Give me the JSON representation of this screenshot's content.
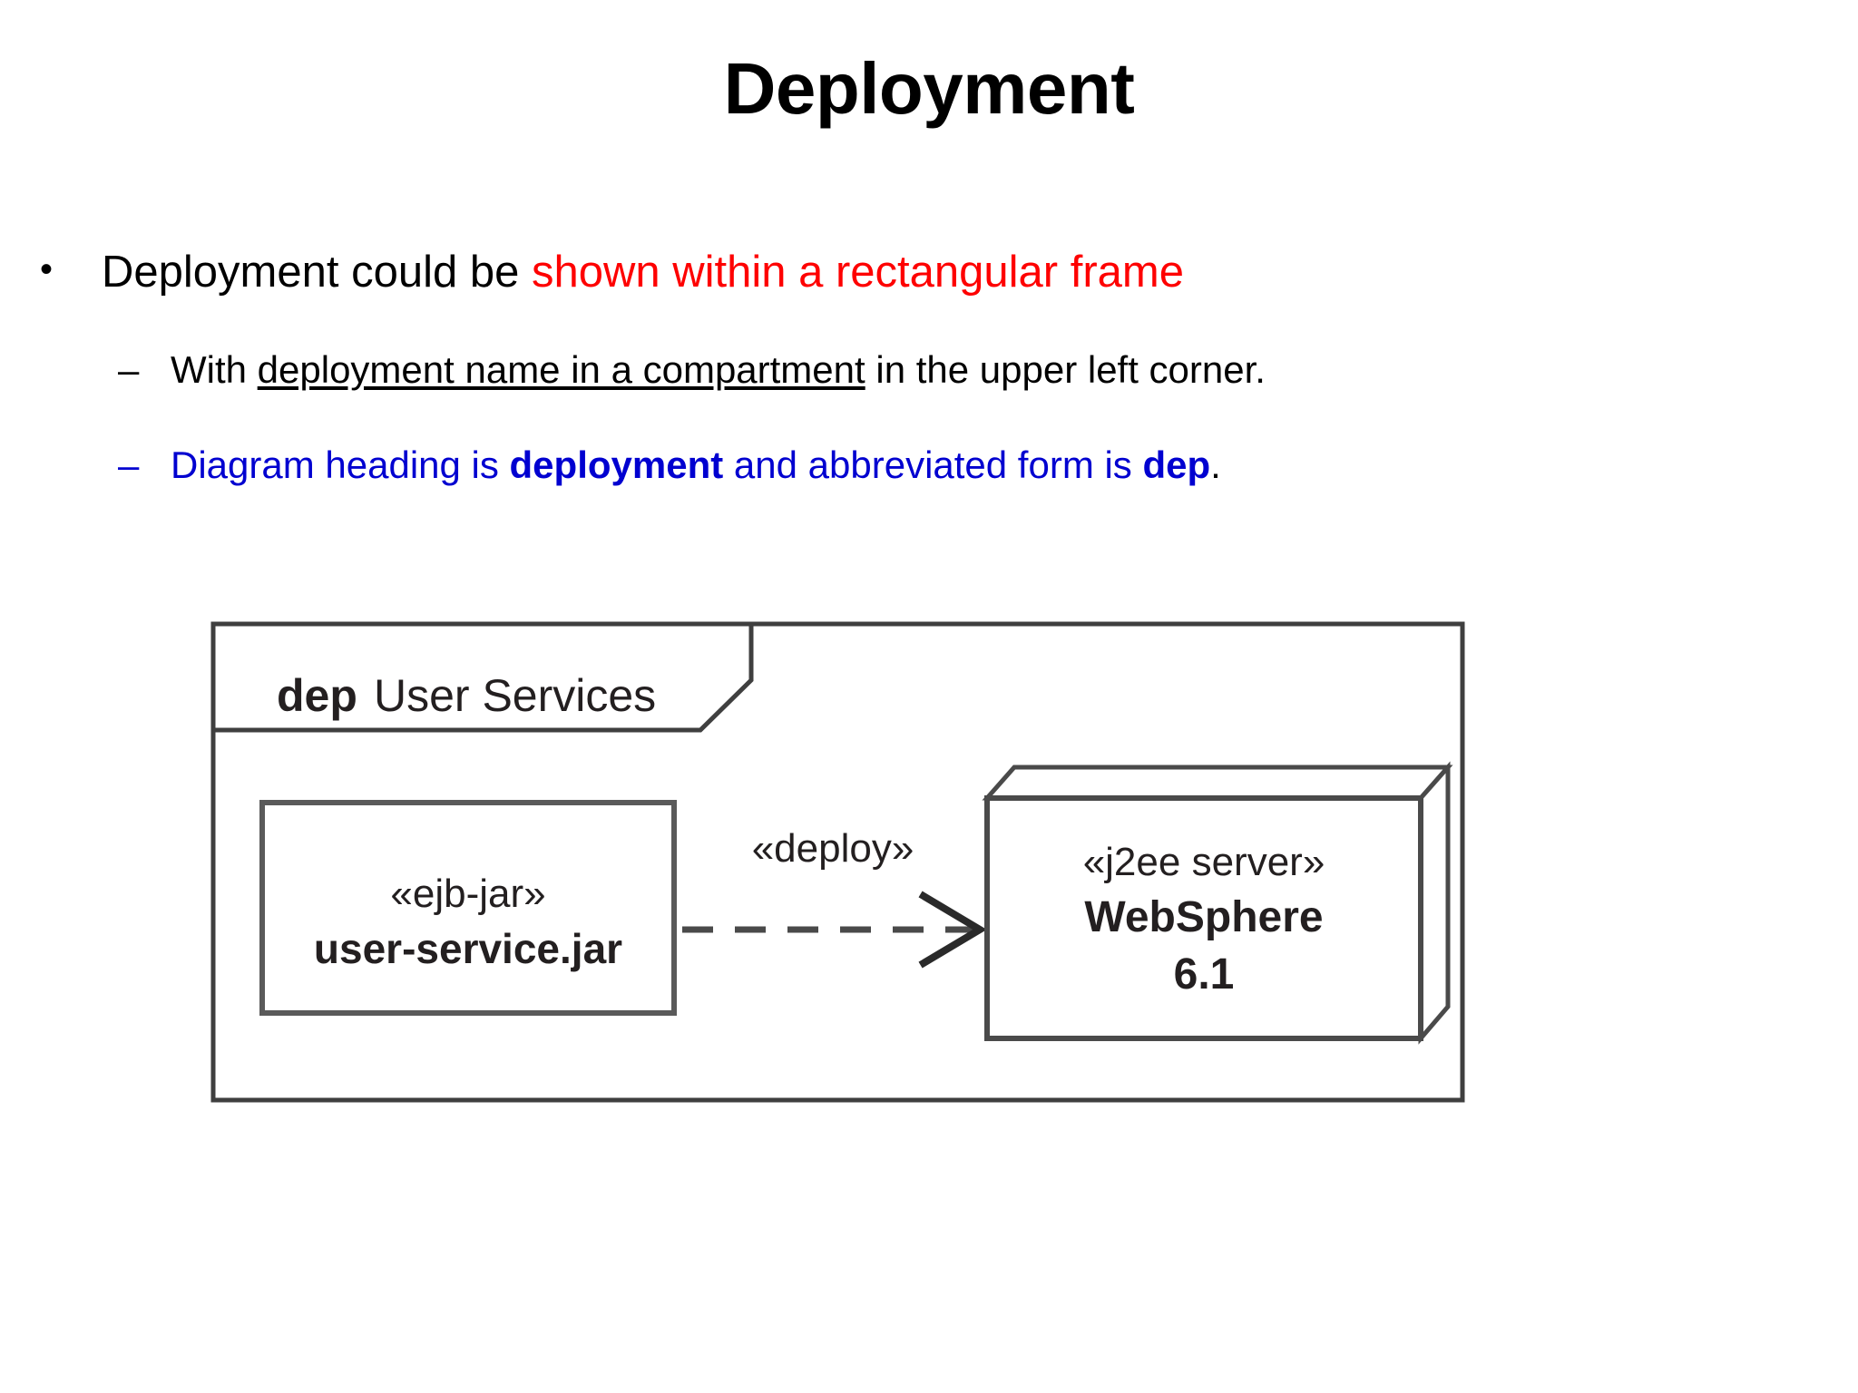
{
  "slide": {
    "title": "Deployment",
    "bullets": [
      {
        "level": 1,
        "marker": "•",
        "segments": [
          {
            "text": "Deployment could be ",
            "color": "#000000",
            "bold": false,
            "underline": false
          },
          {
            "text": "shown within a rectangular frame",
            "color": "#fe0000",
            "bold": false,
            "underline": false
          }
        ]
      },
      {
        "level": 2,
        "marker": "–",
        "segments": [
          {
            "text": "With ",
            "color": "#000000",
            "bold": false,
            "underline": false
          },
          {
            "text": "deployment name in a compartment",
            "color": "#000000",
            "bold": false,
            "underline": true
          },
          {
            "text": " in the upper left corner.",
            "color": "#000000",
            "bold": false,
            "underline": false
          }
        ]
      },
      {
        "level": 2,
        "marker": "–",
        "segments": [
          {
            "text": "Diagram heading is ",
            "color": "#0000d0",
            "bold": false,
            "underline": false
          },
          {
            "text": "deployment",
            "color": "#0000d0",
            "bold": true,
            "underline": false
          },
          {
            "text": " and abbreviated form is ",
            "color": "#0000d0",
            "bold": false,
            "underline": false
          },
          {
            "text": "dep",
            "color": "#0000d0",
            "bold": true,
            "underline": false
          },
          {
            "text": ".",
            "color": "#000000",
            "bold": false,
            "underline": false
          }
        ]
      }
    ]
  },
  "bullet_text": {
    "b1_part1": "Deployment could be ",
    "b1_part2": "shown within a rectangular frame",
    "b2_part1": "With ",
    "b2_part2": "deployment name in a compartment",
    "b2_part3": " in the upper left corner.",
    "b3_part1": "Diagram heading is ",
    "b3_part2": "deployment",
    "b3_part3": " and abbreviated form is ",
    "b3_part4": "dep",
    "b3_part5": "."
  },
  "diagram": {
    "type": "uml-deployment-diagram",
    "frame": {
      "compartment_keyword": "dep",
      "compartment_name": "User Services",
      "border_color": "#3f3f3f"
    },
    "nodes": [
      {
        "id": "artifact",
        "shape": "rectangle",
        "stereotype": "«ejb-jar»",
        "name": "user-service.jar",
        "border_color": "#5a5a5a"
      },
      {
        "id": "device",
        "shape": "3d-box",
        "stereotype": "«j2ee server»",
        "name": "WebSphere",
        "version": "6.1",
        "border_color": "#4a4a4a"
      }
    ],
    "connector": {
      "label": "«deploy»",
      "style": "dashed",
      "arrow": "open",
      "from": "artifact",
      "to": "device"
    }
  }
}
